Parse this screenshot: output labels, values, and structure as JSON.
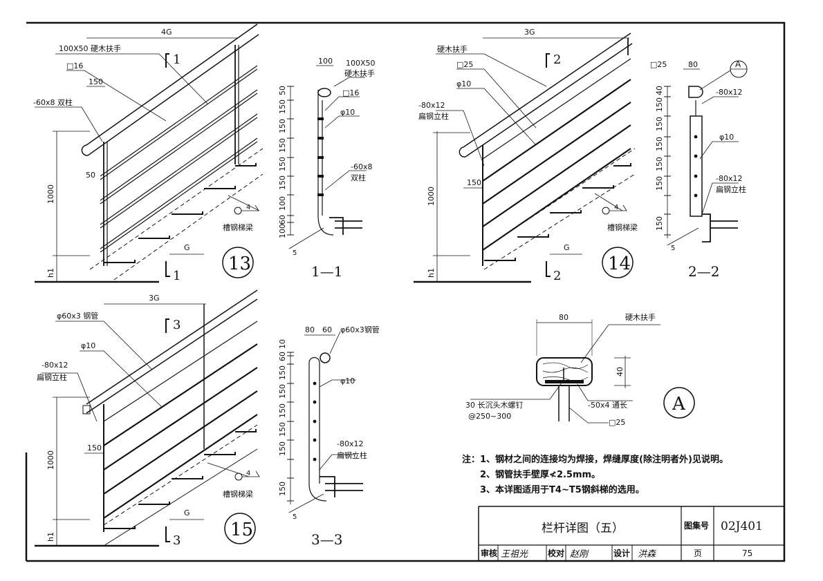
{
  "views": {
    "v13": {
      "dim_top": "4G",
      "handrail": "100X50  硬木扶手",
      "square": "□16",
      "dim150": "150",
      "post": "-60x8 双柱",
      "dim50": "50",
      "height": "1000",
      "h1": "h1",
      "g": "G",
      "beam": "槽钢梯梁",
      "cut_top": "1",
      "cut_bot": "1",
      "num": "13",
      "weld": "4"
    },
    "s11": {
      "w100": "100",
      "handrail_size": "100X50",
      "handrail": "硬木扶手",
      "square": "□16",
      "rod": "φ10",
      "post": "-60x8",
      "post2": "双柱",
      "dims": [
        "50",
        "150",
        "150",
        "150",
        "150",
        "150",
        "100",
        "60",
        "100"
      ],
      "label": "1—1",
      "weld": "5"
    },
    "v14": {
      "dim_top": "3G",
      "handrail": "硬木扶手",
      "square": "□25",
      "rod": "φ10",
      "post": "-80x12",
      "post2": "扁钢立柱",
      "dim150": "150",
      "height": "1000",
      "h1": "h1",
      "g": "G",
      "beam": "槽钢梯梁",
      "cut_top": "2",
      "cut_bot": "2",
      "num": "14",
      "weld": "4"
    },
    "s22": {
      "square": "□25",
      "w80": "80",
      "detail": "A",
      "flat": "-80x12",
      "rod": "φ10",
      "flat2": "-80x12",
      "post2": "扁钢立柱",
      "dims": [
        "40",
        "150",
        "150",
        "150",
        "150",
        "150",
        "150"
      ],
      "label": "2—2",
      "weld": "5"
    },
    "v15": {
      "dim_top": "3G",
      "pipe": "φ60x3 钢管",
      "rod": "φ10",
      "post": "-80x12",
      "post2": "扁钢立柱",
      "dim150": "150",
      "height": "1000",
      "h1": "h1",
      "g": "G",
      "beam": "槽钢梯梁",
      "cut_top": "3",
      "cut_bot": "3",
      "num": "15",
      "weld": "4"
    },
    "s33": {
      "w80": "80",
      "w60": "60",
      "pipe": "φ60x3钢管",
      "rod": "φ10",
      "flat": "-80x12",
      "post2": "扁钢立柱",
      "dims": [
        "10",
        "60",
        "150",
        "150",
        "150",
        "150",
        "150",
        "150"
      ],
      "label": "3—3",
      "weld": "5"
    },
    "detailA": {
      "w80": "80",
      "handrail": "硬木扶手",
      "h40": "40",
      "screw": "30 长沉头木螺钉",
      "spacing": "@250~300",
      "bar": "-50x4 通长",
      "square": "□25",
      "label": "A"
    }
  },
  "notes": {
    "prefix": "注：",
    "items": [
      "1、钢材之间的连接均为焊接，焊缝厚度(除注明者外)见说明。",
      "2、钢管扶手壁厚≮2.5mm。",
      "3、本详图适用于T4~T5钢斜梯的选用。"
    ]
  },
  "title_block": {
    "title": "栏杆详图（五）",
    "atlas_label": "图集号",
    "atlas_no": "02J401",
    "review_label": "审核",
    "review_sig": "王祖光",
    "check_label": "校对",
    "check_sig": "赵刚",
    "design_label": "设计",
    "design_sig": "洪森",
    "page_label": "页",
    "page_no": "75"
  }
}
